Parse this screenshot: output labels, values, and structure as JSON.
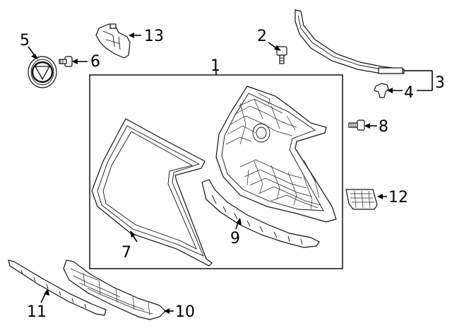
{
  "diagram": {
    "callouts": [
      {
        "id": "c1",
        "text": "1"
      },
      {
        "id": "c2",
        "text": "2"
      },
      {
        "id": "c3",
        "text": "3"
      },
      {
        "id": "c4",
        "text": "4"
      },
      {
        "id": "c5",
        "text": "5"
      },
      {
        "id": "c6",
        "text": "6"
      },
      {
        "id": "c7",
        "text": "7"
      },
      {
        "id": "c8",
        "text": "8"
      },
      {
        "id": "c9",
        "text": "9"
      },
      {
        "id": "c10",
        "text": "10"
      },
      {
        "id": "c11",
        "text": "11"
      },
      {
        "id": "c12",
        "text": "12"
      },
      {
        "id": "c13",
        "text": "13"
      }
    ]
  }
}
